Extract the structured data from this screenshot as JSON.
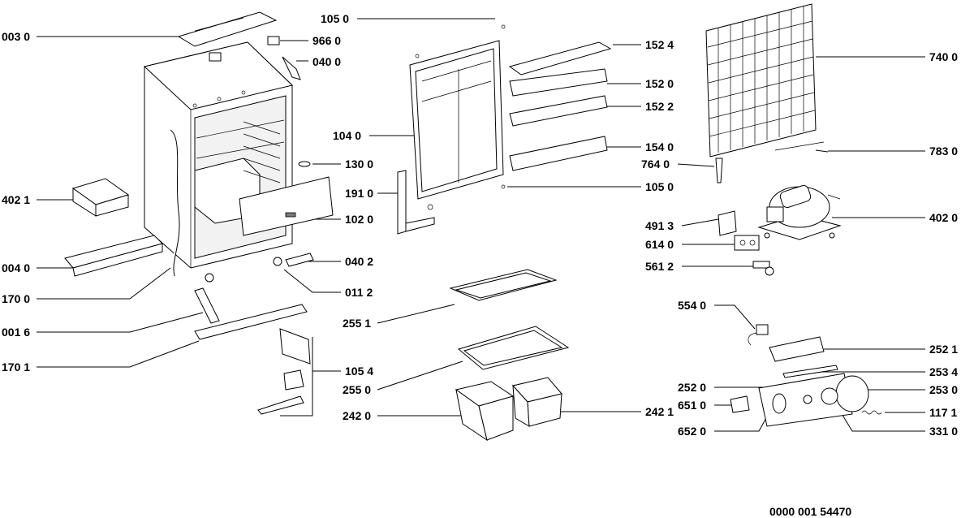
{
  "doc_number": "0000 001 54470",
  "labels": {
    "p0030": "003 0",
    "p9660": "966 0",
    "p0400": "040 0",
    "p4021": "402 1",
    "p0040": "004 0",
    "p1700": "170 0",
    "p0016": "001 6",
    "p1701": "170 1",
    "p1050a": "105 0",
    "p1040": "104 0",
    "p1300": "130 0",
    "p1910": "191 0",
    "p1020": "102 0",
    "p0402": "040 2",
    "p0112": "011 2",
    "p1054": "105 4",
    "p2551": "255 1",
    "p2550": "255 0",
    "p2420": "242 0",
    "p2421": "242 1",
    "p1524": "152 4",
    "p1520": "152 0",
    "p1522": "152 2",
    "p1540": "154 0",
    "p1050b": "105 0",
    "p7400": "740 0",
    "p7830": "783 0",
    "p7640": "764 0",
    "p4913": "491 3",
    "p6140": "614 0",
    "p5612": "561 2",
    "p4020": "402 0",
    "p5540": "554 0",
    "p2521": "252 1",
    "p2534": "253 4",
    "p2520": "252 0",
    "p2530": "253 0",
    "p6510": "651 0",
    "p1171": "117 1",
    "p6520": "652 0",
    "p3310": "331 0"
  }
}
